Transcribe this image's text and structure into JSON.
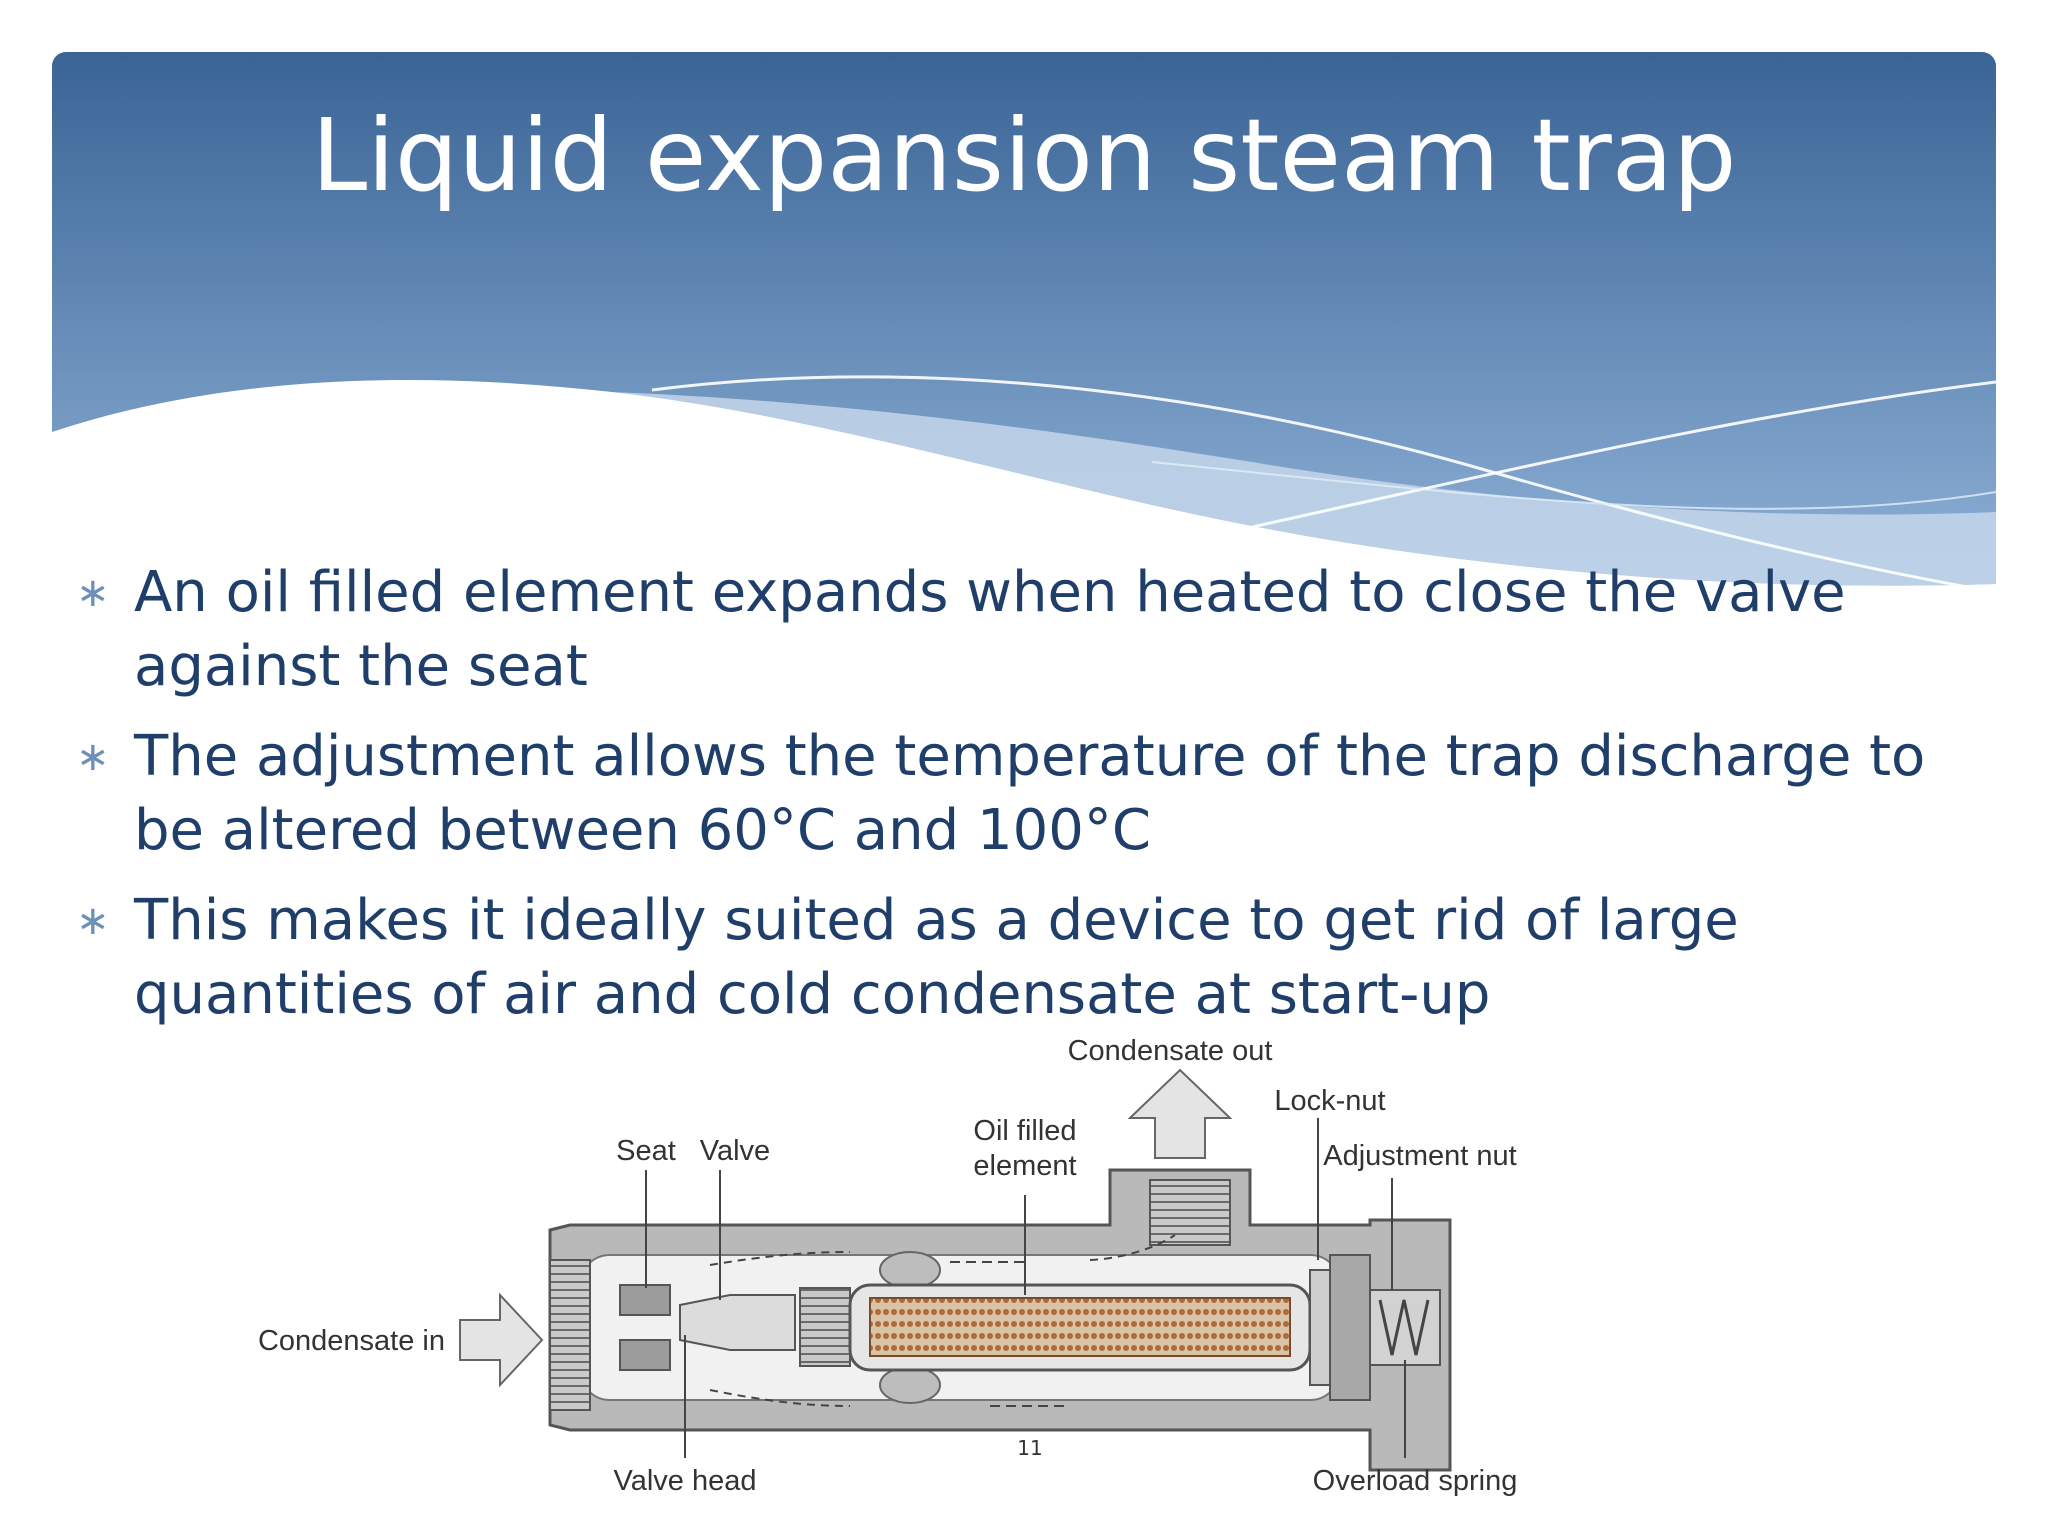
{
  "slide": {
    "title": "Liquid expansion steam trap",
    "bullets": [
      "An oil filled element expands when heated to close the valve against the seat",
      "The adjustment allows the temperature of the trap discharge to be altered between 60°C and 100°C",
      "This makes it ideally suited as a device to get rid of large quantities of air and cold condensate at start-up"
    ],
    "bullet_marker": "∗",
    "page_number": "11"
  },
  "diagram": {
    "labels": {
      "condensate_out": "Condensate out",
      "lock_nut": "Lock-nut",
      "oil_filled_line1": "Oil filled",
      "oil_filled_line2": "element",
      "seat": "Seat",
      "valve": "Valve",
      "adjustment_nut": "Adjustment nut",
      "condensate_in": "Condensate in",
      "valve_head": "Valve head",
      "overload_spring": "Overload spring"
    }
  },
  "colors": {
    "header_top": "#3a6496",
    "header_bottom": "#8fb2d8",
    "title_text": "#ffffff",
    "body_text": "#1f3f6a",
    "bullet_marker": "#6d8fb8"
  }
}
